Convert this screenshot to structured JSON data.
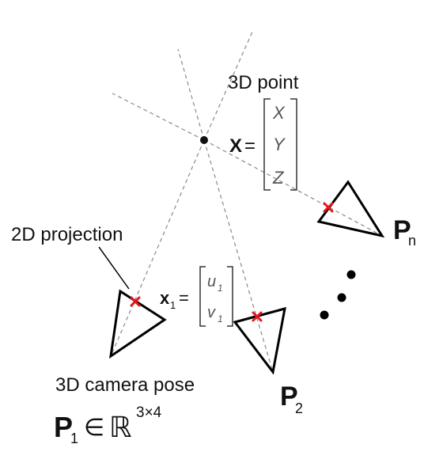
{
  "labels": {
    "point_title": "3D point",
    "projection_title": "2D projection",
    "camera_title": "3D camera pose"
  },
  "point_matrix": {
    "symbol": "X",
    "equals": "=",
    "entries": [
      "X",
      "Y",
      "Z"
    ]
  },
  "projection_matrix": {
    "symbol": "x",
    "subscript": "1",
    "equals": "=",
    "entries": [
      {
        "base": "u",
        "sub": "1"
      },
      {
        "base": "v",
        "sub": "1"
      }
    ]
  },
  "cameras": [
    {
      "symbol": "P",
      "subscript": "1"
    },
    {
      "symbol": "P",
      "subscript": "2"
    },
    {
      "symbol": "P",
      "subscript": "n"
    }
  ],
  "pose_formula": {
    "symbol": "P",
    "subscript": "1",
    "relation": "∈",
    "space": "ℝ",
    "superscript": "3×4"
  },
  "colors": {
    "stroke": "#000000",
    "ray": "#8a8a8a",
    "projection_marker": "#e8141c",
    "point": "#111111"
  }
}
